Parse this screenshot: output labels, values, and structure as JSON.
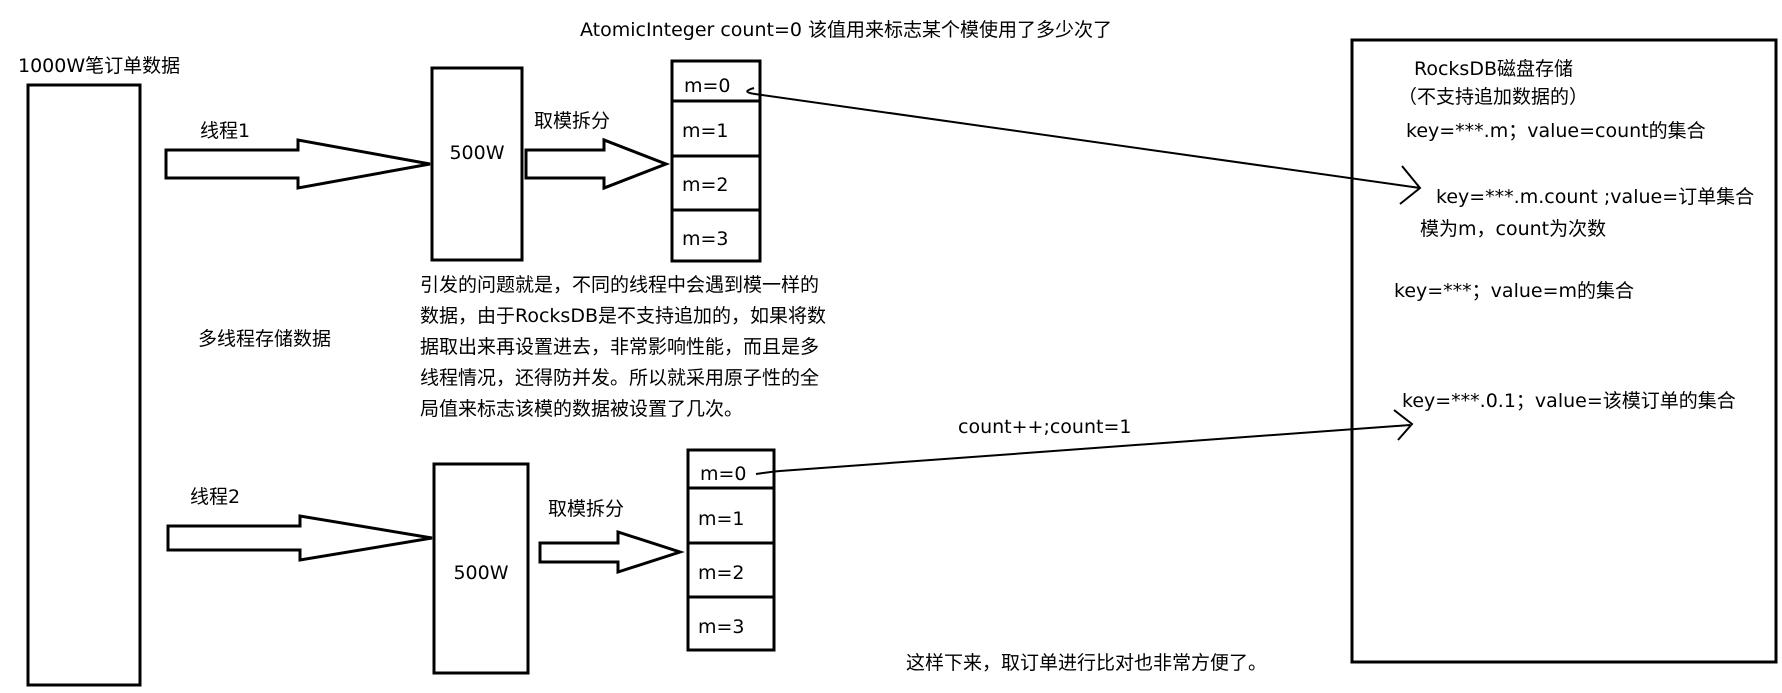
{
  "texts": {
    "top_note": "AtomicInteger count=0 该值用来标志某个模使用了多少次了",
    "source_label": "1000W笔订单数据",
    "thread1_label": "线程1",
    "thread2_label": "线程2",
    "multithread_label": "多线程存储数据",
    "split1_label": "取模拆分",
    "split2_label": "取模拆分",
    "chunk1_label": "500W",
    "chunk2_label": "500W",
    "mods1": [
      "m=0",
      "m=1",
      "m=2",
      "m=3"
    ],
    "mods2": [
      "m=0",
      "m=1",
      "m=2",
      "m=3"
    ],
    "problem_lines": [
      "引发的问题就是，不同的线程中会遇到模一样的",
      "数据，由于RocksDB是不支持追加的，如果将数",
      "据取出来再设置进去，非常影响性能，而且是多",
      "线程情况，还得防并发。所以就采用原子性的全",
      "局值来标志该模的数据被设置了几次。"
    ],
    "count_note": "count++;count=1",
    "bottom_note": "这样下来，取订单进行比对也非常方便了。",
    "rocks_title": "RocksDB磁盘存储",
    "rocks_subtitle": "（不支持追加数据的）",
    "kv1": "key=***.m；value=count的集合",
    "kv2": "key=***.m.count ;value=订单集合",
    "kv2_note": "模为m，count为次数",
    "kv3": "key=***；value=m的集合",
    "kv4": "key=***.0.1；value=该模订单的集合"
  }
}
